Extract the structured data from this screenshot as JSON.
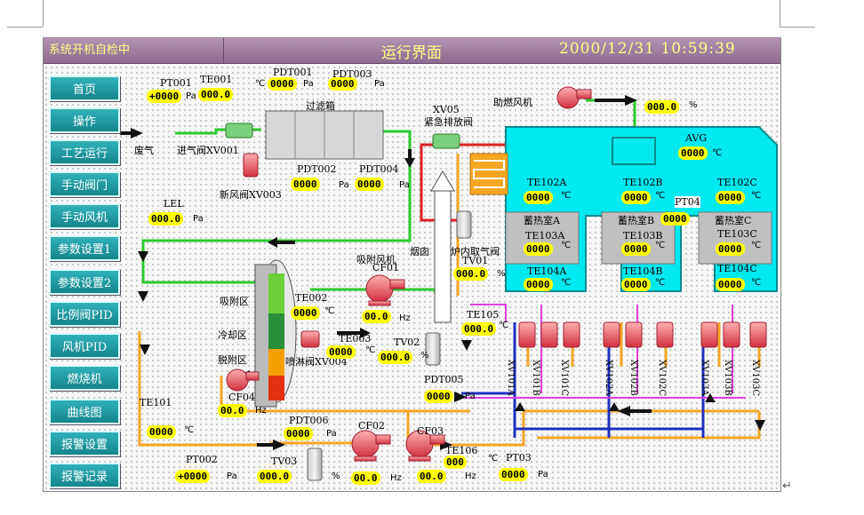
{
  "header": {
    "status": "系统开机自检中",
    "title": "运行界面",
    "datetime": "2000/12/31  10:59:39"
  },
  "nav": [
    "首页",
    "操作",
    "工艺运行",
    "手动阀门",
    "手动风机",
    "参数设置1",
    "参数设置2",
    "比例阀PID",
    "风机PID",
    "燃烧机",
    "曲线图",
    "报警设置",
    "报警记录"
  ],
  "labels": {
    "pt001": "PT001",
    "te001": "TE001",
    "pdt001": "PDT001",
    "pdt003": "PDT003",
    "filter_box": "过滤箱",
    "waste_gas": "废气",
    "intake_valve": "进气阀XV001",
    "pdt002": "PDT002",
    "pdt004": "PDT004",
    "new_air_valve": "新风阀XV003",
    "lel": "LEL",
    "xv05": "XV05",
    "emergency_valve": "紧急排放阀",
    "booster_fan": "助燃风机",
    "avg": "AVG",
    "te102a": "TE102A",
    "te102b": "TE102B",
    "te102c": "TE102C",
    "pt04": "PT04",
    "chamber_a": "蓄热室A",
    "chamber_b": "蓄热室B",
    "chamber_c": "蓄热室C",
    "te103a": "TE103A",
    "te103b": "TE103B",
    "te103c": "TE103C",
    "te104a": "TE104A",
    "te104b": "TE104B",
    "te104c": "TE104C",
    "chimney": "烟囱",
    "furnace_intake": "炉内取气阀",
    "tv01": "TV01",
    "adsorb_fan": "吸附风机",
    "cf01": "CF01",
    "adsorb_zone": "吸附区",
    "cool_zone": "冷却区",
    "desorb_zone": "脱附区",
    "te002": "TE002",
    "te003": "TE003",
    "spray_valve": "喷淋阀XV004",
    "tv02": "TV02",
    "te105": "TE105",
    "cf04": "CF04",
    "te101": "TE101",
    "pdt005": "PDT005",
    "pdt006": "PDT006",
    "cf02": "CF02",
    "cf03": "CF03",
    "te106": "TE106",
    "pt002": "PT002",
    "tv03": "TV03",
    "pt03": "PT03",
    "xv": [
      "XV101A",
      "XV101B",
      "XV101C",
      "XV102A",
      "XV102B",
      "XV102C",
      "XV103A",
      "XV103B",
      "XV103C"
    ]
  },
  "values": {
    "pt001": "+0000",
    "te001": "000.0",
    "pdt001": "0000",
    "pdt003": "0000",
    "pdt002": "0000",
    "pdt004": "0000",
    "lel": "000.0",
    "booster_fan": "000.0",
    "avg": "0000",
    "te102a": "0000",
    "te102b": "0000",
    "te102c": "0000",
    "pt04": "0000",
    "te103a": "0000",
    "te103b": "0000",
    "te103c": "0000",
    "te104a": "0000",
    "te104b": "0000",
    "te104c": "0000",
    "tv01": "000.0",
    "te002": "0000",
    "cf01": "00.0",
    "te003": "0000",
    "tv02": "000.0",
    "te105": "000.0",
    "cf04": "00.0",
    "te101": "0000",
    "pdt005": "0000",
    "pdt006": "0000",
    "cf02": "00.0",
    "cf03": "00.0",
    "te106": "000",
    "pt002": "+0000",
    "tv03": "000.0",
    "pt03": "0000"
  },
  "units": {
    "pa": "Pa",
    "c": "℃",
    "pct": "%",
    "hz": "Hz"
  },
  "colors": {
    "title_bar": "#9c78a0",
    "nav": "#1fa0a6",
    "value_bg": "#ffff00",
    "furnace": "#00e8f0",
    "pipe_green": "#2ec82e",
    "pipe_orange": "#f5a623",
    "pipe_red": "#e02020",
    "pipe_blue": "#2030c0",
    "pipe_magenta": "#e040e0"
  }
}
